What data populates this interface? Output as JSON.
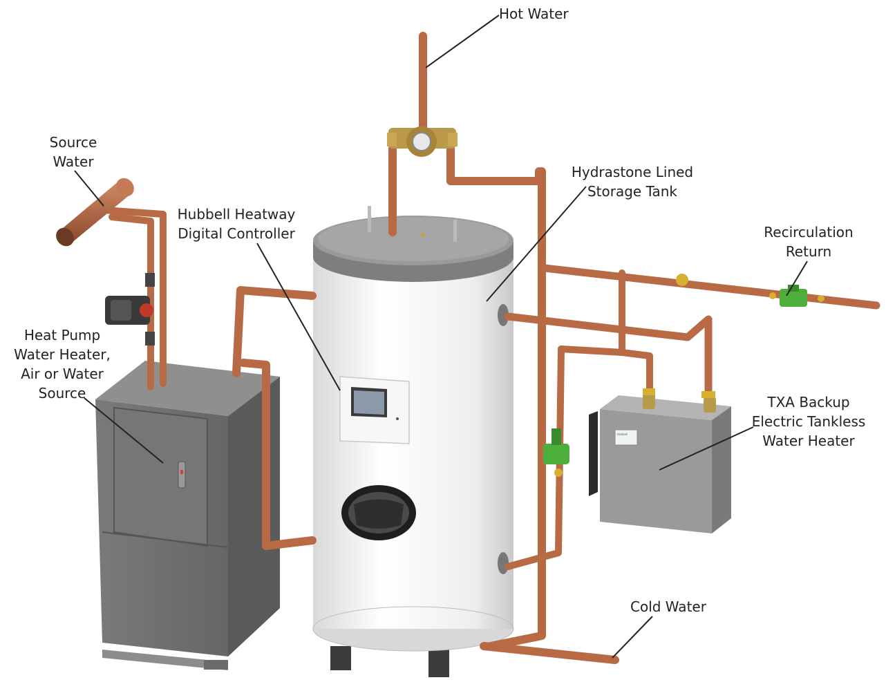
{
  "labels": {
    "hot_water": [
      "Hot Water"
    ],
    "source_water": [
      "Source",
      "Water"
    ],
    "controller": [
      "Hubbell Heatway",
      "Digital Controller"
    ],
    "storage_tank": [
      "Hydrastone Lined",
      "Storage Tank"
    ],
    "recirculation": [
      "Recirculation",
      "Return"
    ],
    "heat_pump": [
      "Heat Pump",
      "Water Heater,",
      "Air or Water",
      "Source"
    ],
    "tankless": [
      "TXA Backup",
      "Electric Tankless",
      "Water Heater"
    ],
    "cold_water": [
      "Cold Water"
    ]
  },
  "tankless_logo_text": "Hubbell",
  "colors": {
    "copper": "#b86a45",
    "copper_dark": "#8a4a2d",
    "tank_body": "#f2f2f2",
    "tank_lid": "#8e8e8e",
    "heat_pump_body": "#6e6e6e",
    "tankless_body": "#9a9a9a",
    "valve_green": "#4caf3c",
    "brass": "#b89a4a",
    "leader_line": "#222222"
  }
}
